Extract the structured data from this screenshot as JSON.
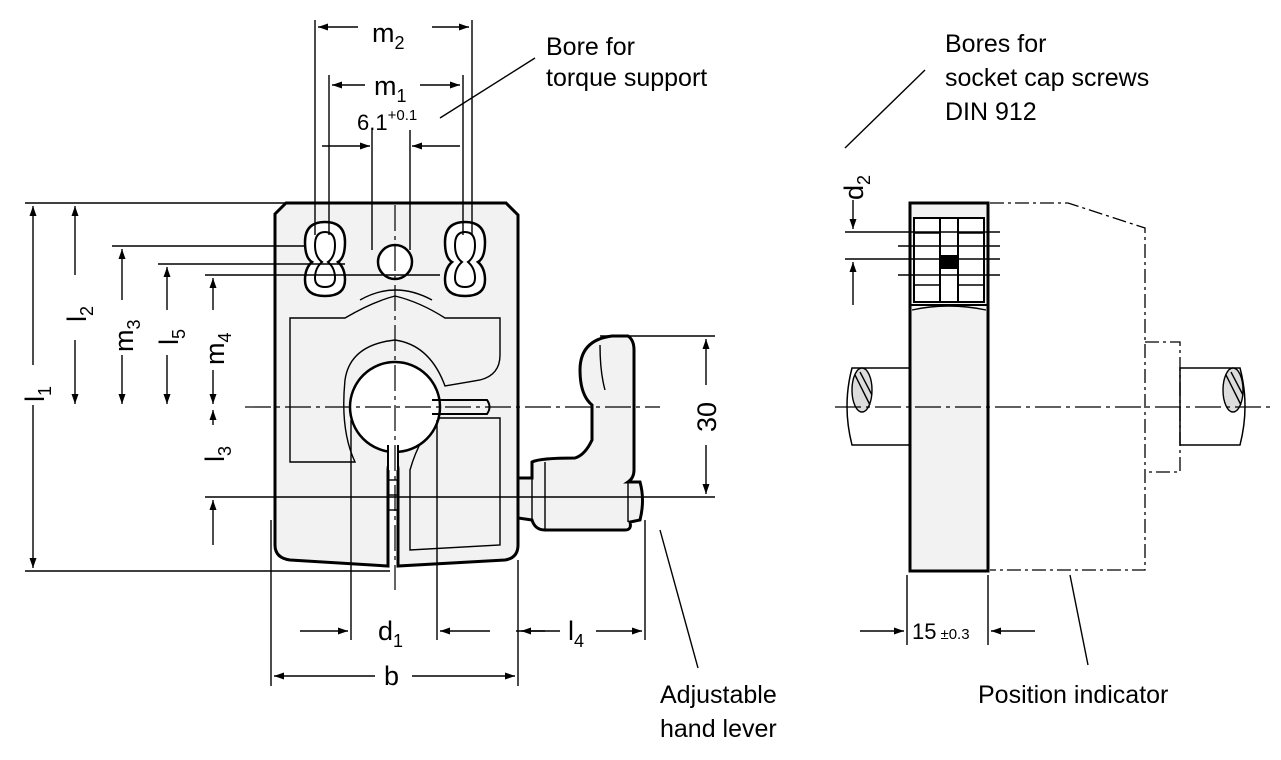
{
  "labels": {
    "bore_torque_l1": "Bore for",
    "bore_torque_l2": "torque support",
    "bores_screws_l1": "Bores for",
    "bores_screws_l2": "socket cap screws",
    "bores_screws_l3": "DIN 912",
    "lever_l1": "Adjustable",
    "lever_l2": "hand lever",
    "position_indicator": "Position indicator"
  },
  "dimensions": {
    "m2": {
      "main": "m",
      "sub": "2"
    },
    "m1": {
      "main": "m",
      "sub": "1"
    },
    "m3": {
      "main": "m",
      "sub": "3"
    },
    "m4": {
      "main": "m",
      "sub": "4"
    },
    "l1": {
      "main": "l",
      "sub": "1"
    },
    "l2": {
      "main": "l",
      "sub": "2"
    },
    "l3": {
      "main": "l",
      "sub": "3"
    },
    "l4": {
      "main": "l",
      "sub": "4"
    },
    "l5": {
      "main": "l",
      "sub": "5"
    },
    "d1": {
      "main": "d",
      "sub": "1"
    },
    "d2": {
      "main": "d",
      "sub": "2"
    },
    "b": "b",
    "bore_dia": {
      "main": "6.1",
      "tol": "+0.1"
    },
    "lever_height": "30",
    "thickness": {
      "main": "15",
      "tol": "±0.3"
    }
  },
  "colors": {
    "line": "#000000",
    "fill": "#f2f2f2",
    "background": "#ffffff"
  }
}
